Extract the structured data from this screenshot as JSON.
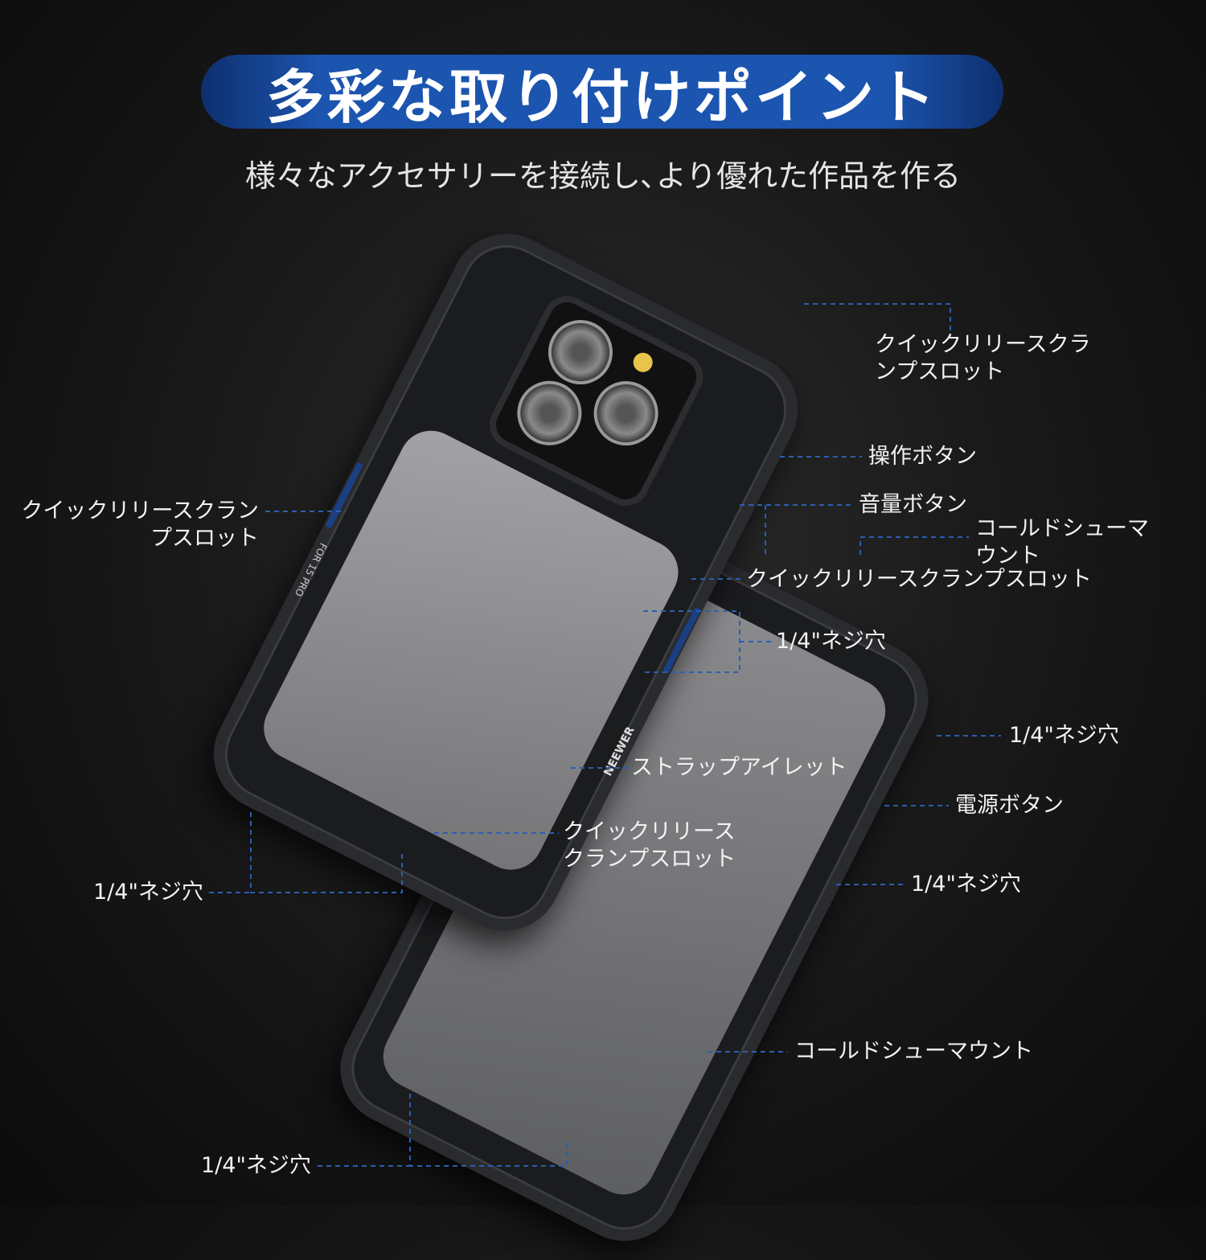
{
  "title": "多彩な取り付けポイント",
  "subtitle": "様々なアクセサリーを接続し､より優れた作品を作る",
  "colors": {
    "accent": "#1c55b0",
    "dashed_line": "#2a5fb0"
  },
  "labels": {
    "qr_slot_top_right": [
      "クイックリリースクラ",
      "ンプスロット"
    ],
    "operation_button": "操作ボタン",
    "qr_slot_left": [
      "クイックリリースクラン",
      "プスロット"
    ],
    "volume_button": "音量ボタン",
    "cold_shoe_top": [
      "コールドシューマ",
      "ウント"
    ],
    "qr_slot_middle": "クイックリリースクランプスロット",
    "screw_hole_middle": "1/4\"ネジ穴",
    "screw_hole_right_upper": "1/4\"ネジ穴",
    "strap_eyelet": "ストラップアイレット",
    "power_button": "電源ボタン",
    "qr_slot_bottom": [
      "クイックリリース",
      "クランプスロット"
    ],
    "screw_hole_left": "1/4\"ネジ穴",
    "screw_hole_right_lower": "1/4\"ネジ穴",
    "cold_shoe_bottom": "コールドシューマウント",
    "screw_hole_bottom": "1/4\"ネジ穴"
  },
  "product_marks": {
    "brand": "NEEWER",
    "model": "FOR 15 PRO"
  }
}
